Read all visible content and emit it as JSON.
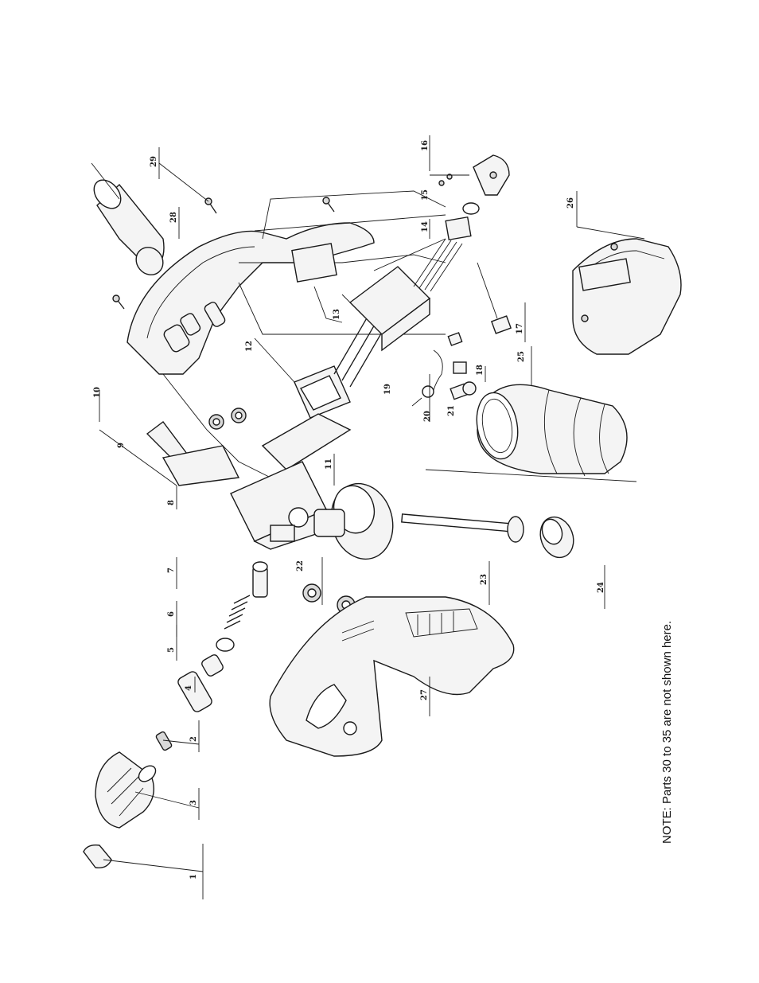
{
  "note": "NOTE: Parts 30 to 35 are not shown here.",
  "parts": [
    {
      "id": "p1",
      "label": "1"
    },
    {
      "id": "p2",
      "label": "2"
    },
    {
      "id": "p3",
      "label": "3"
    },
    {
      "id": "p4",
      "label": "4"
    },
    {
      "id": "p5",
      "label": "5"
    },
    {
      "id": "p6",
      "label": "6"
    },
    {
      "id": "p7",
      "label": "7"
    },
    {
      "id": "p8",
      "label": "8"
    },
    {
      "id": "p9",
      "label": "9"
    },
    {
      "id": "p10",
      "label": "10"
    },
    {
      "id": "p11",
      "label": "11"
    },
    {
      "id": "p12",
      "label": "12"
    },
    {
      "id": "p13",
      "label": "13"
    },
    {
      "id": "p14",
      "label": "14"
    },
    {
      "id": "p15",
      "label": "15"
    },
    {
      "id": "p16",
      "label": "16"
    },
    {
      "id": "p17",
      "label": "17"
    },
    {
      "id": "p18",
      "label": "18"
    },
    {
      "id": "p19",
      "label": "19"
    },
    {
      "id": "p20",
      "label": "20"
    },
    {
      "id": "p21",
      "label": "21"
    },
    {
      "id": "p22",
      "label": "22"
    },
    {
      "id": "p23",
      "label": "23"
    },
    {
      "id": "p24",
      "label": "24"
    },
    {
      "id": "p25",
      "label": "25"
    },
    {
      "id": "p26",
      "label": "26"
    },
    {
      "id": "p27",
      "label": "27"
    },
    {
      "id": "p28",
      "label": "28"
    },
    {
      "id": "p29",
      "label": "29"
    }
  ]
}
